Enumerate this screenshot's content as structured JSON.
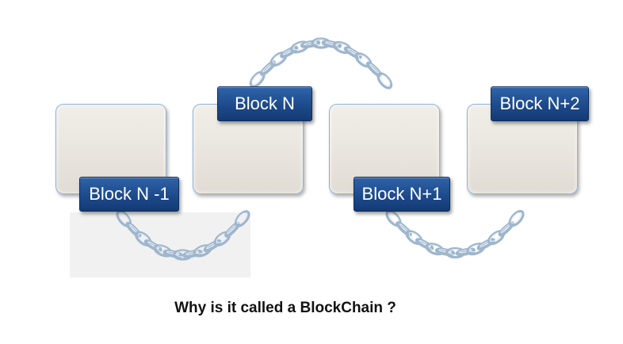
{
  "blocks": [
    {
      "label": "Block N -1"
    },
    {
      "label": "Block N"
    },
    {
      "label": "Block N+1"
    },
    {
      "label": "Block N+2"
    }
  ],
  "caption": "Why is it called a BlockChain ?",
  "colors": {
    "label_fill": "#1d4a8c",
    "block_fill": "#e9e5de",
    "chain_link": "#9fb6cc"
  },
  "icons": [
    "chain-icon"
  ]
}
